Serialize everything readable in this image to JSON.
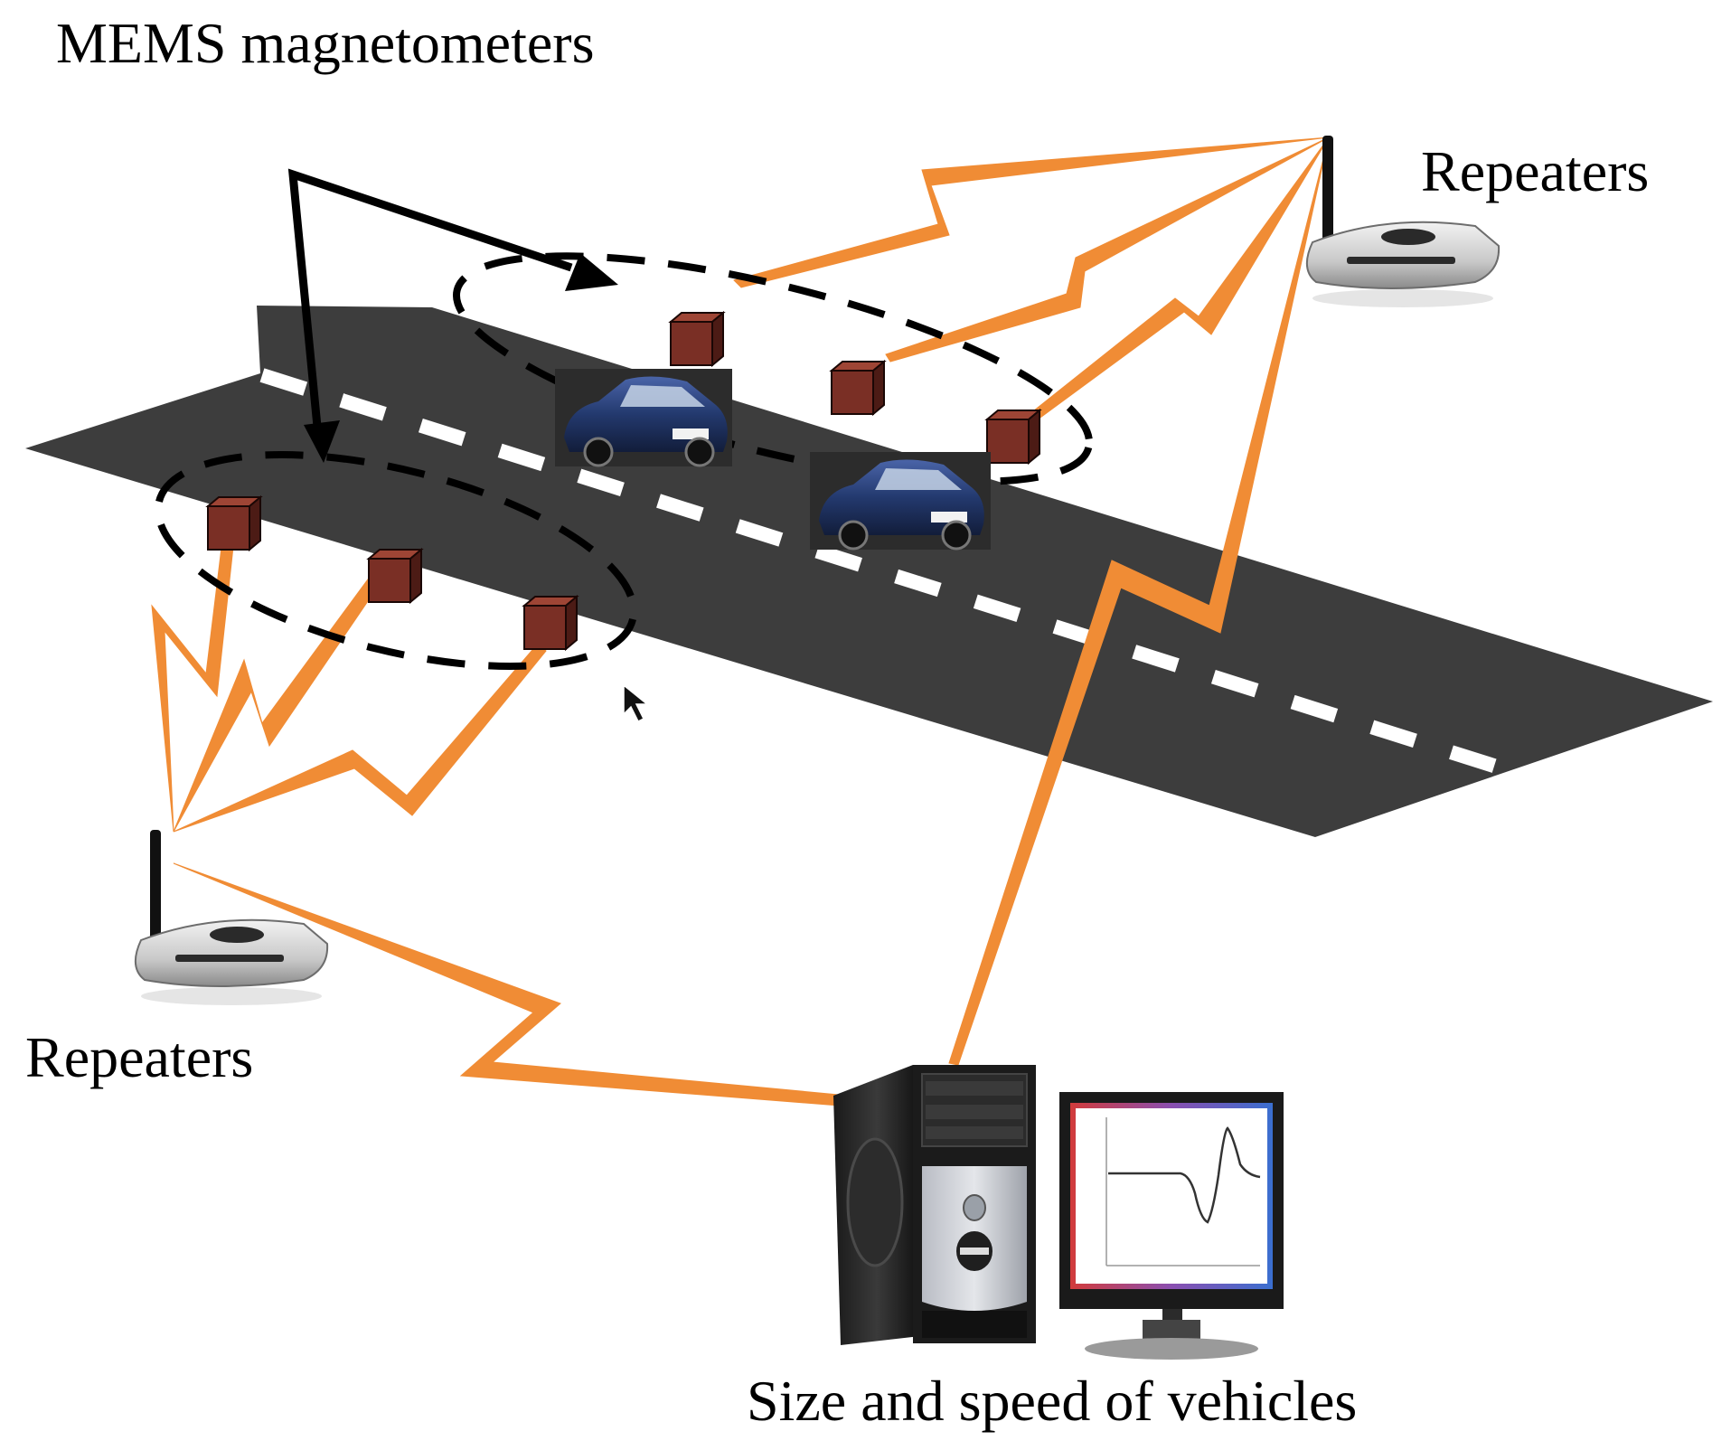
{
  "labels": {
    "sensors": "MEMS magnetometers",
    "repeaters_top": "Repeaters",
    "repeaters_left": "Repeaters",
    "output": "Size and speed of vehicles"
  },
  "colors": {
    "road": "#3d3d3d",
    "lane_marking": "#ffffff",
    "radio_link": "#f08c35",
    "sensor_cube": "#7a2f25",
    "car_body": "#23396e",
    "arrow": "#000000"
  },
  "icons": {
    "sensor": "cube-icon",
    "repeater": "wireless-router-icon",
    "vehicle": "car-icon",
    "computer": "desktop-tower-icon",
    "display": "monitor-icon"
  }
}
